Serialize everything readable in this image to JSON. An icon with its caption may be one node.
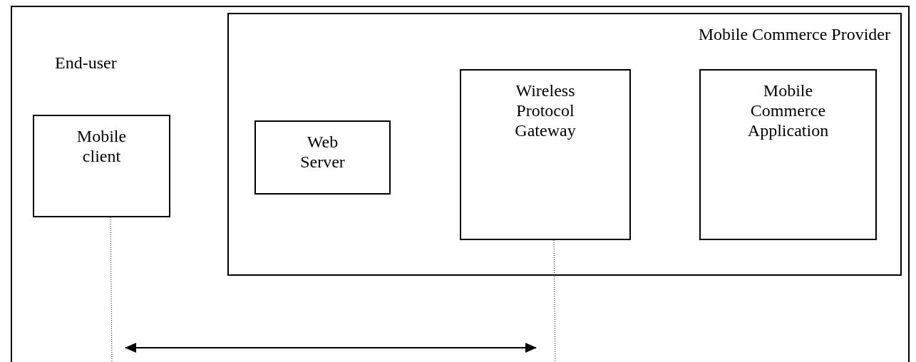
{
  "diagram": {
    "nodes": [
      {
        "text": [
          "Mobile client"
        ]
      },
      {
        "text": [
          "Mobile Commerce Provider"
        ]
      },
      {
        "text": [
          "Web Server"
        ],
        "in": 1
      },
      {
        "text": [
          "Wireless Protocol Gateway"
        ],
        "in": 1
      },
      {
        "text": [
          "Mobile Commerce Application"
        ],
        "in": 1
      }
    ],
    "edges": [
      {
        "from": 0,
        "to": null,
        "arrow": "none",
        "style": "dashed"
      },
      {
        "from": 3,
        "to": null,
        "arrow": "none",
        "style": "dashed"
      }
    ],
    "labels": [
      "End-user"
    ]
  }
}
